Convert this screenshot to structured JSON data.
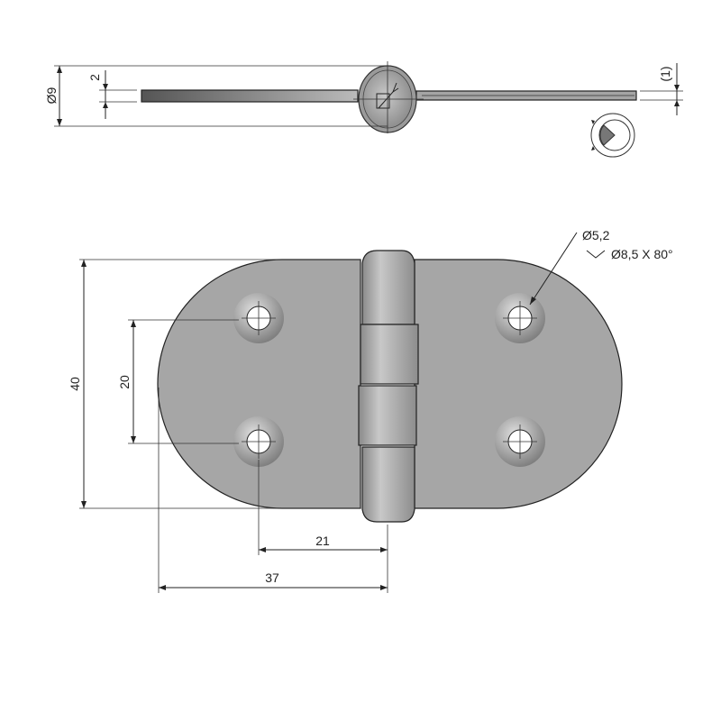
{
  "top_view": {
    "diameter_label": "Ø9",
    "thickness_label": "2",
    "gap_label": "(1)"
  },
  "front_view": {
    "height_label": "40",
    "hole_spacing_label": "20",
    "hole_to_axis_label": "21",
    "edge_to_axis_label": "37",
    "hole_diameter_label": "Ø5,2",
    "countersink_label": "Ø8,5 X 80°"
  },
  "colors": {
    "plate": "#a8a8a8",
    "plate_edge": "#222222",
    "background": "#ffffff"
  }
}
